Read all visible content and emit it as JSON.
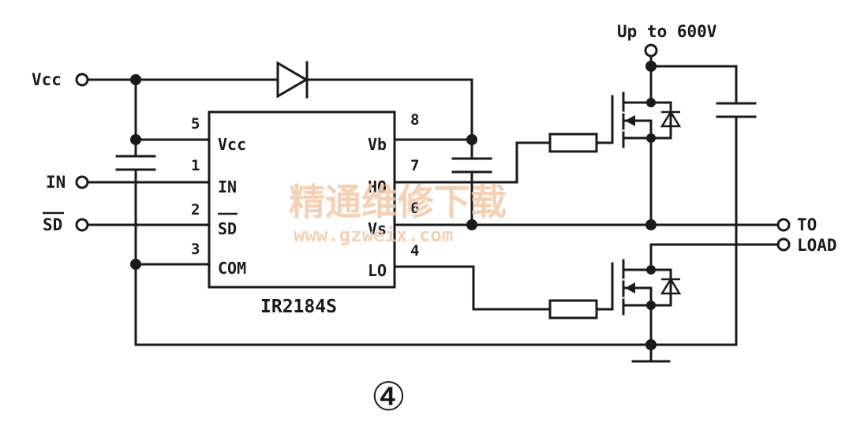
{
  "supply_label": "Up to 600V",
  "terminals": {
    "vcc": "Vcc",
    "in": "IN",
    "sd": "SD",
    "to_load_1": "TO",
    "to_load_2": "LOAD"
  },
  "ic": {
    "part_number": "IR2184S",
    "pins": [
      {
        "num": "5",
        "name": "Vcc"
      },
      {
        "num": "1",
        "name": "IN"
      },
      {
        "num": "2",
        "name": "SD"
      },
      {
        "num": "3",
        "name": "COM"
      },
      {
        "num": "8",
        "name": "Vb"
      },
      {
        "num": "7",
        "name": "HO"
      },
      {
        "num": "6",
        "name": "Vs"
      },
      {
        "num": "4",
        "name": "LO"
      }
    ]
  },
  "figure_number": "④",
  "watermark": {
    "cn": "精通维修下载",
    "url": "www.gzweix.com"
  }
}
